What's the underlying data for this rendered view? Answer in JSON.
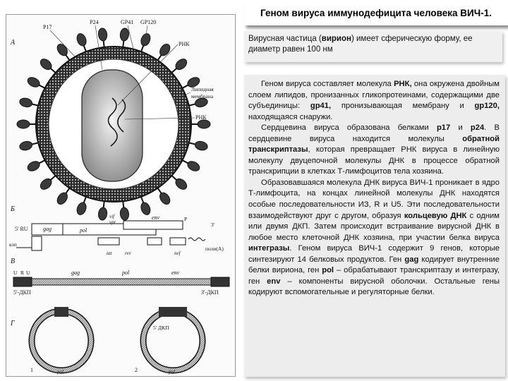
{
  "slide_title": "Геном вируса иммунодефицита человека ВИЧ-1.",
  "intro": {
    "before": "Вирусная частица (",
    "bold": "вирион",
    "after": ") имеет сферическую форму, ее диаметр равен 100 нм"
  },
  "paragraphs": [
    [
      {
        "t": "Геном вируса составляет молекула "
      },
      {
        "t": "РНК,",
        "b": true
      },
      {
        "t": " она окружена двойным слоем липидов, пронизанных гликопротеинами, содержащими две субъединицы: "
      },
      {
        "t": "gp41,",
        "b": true
      },
      {
        "t": " пронизывающая мембрану и "
      },
      {
        "t": "gp120,",
        "b": true
      },
      {
        "t": " находящаяся снаружи."
      }
    ],
    [
      {
        "t": "Сердцевина вируса образована белками "
      },
      {
        "t": "р17",
        "b": true
      },
      {
        "t": " и "
      },
      {
        "t": "р24",
        "b": true
      },
      {
        "t": ". В сердцевине вируса находится молекулы "
      },
      {
        "t": "обратной транскриптазы",
        "b": true
      },
      {
        "t": ", которая превращает РНК вируса в линейную молекулу двуцепочной молекулы ДНК в процессе обратной транскрипции в клетках Т-лимфоцитов тела хозяина."
      }
    ],
    [
      {
        "t": "Образовавшаяся молекула ДНК вируса ВИЧ-1 проникает в ядро Т-лимфоцита, на концах линейной молекулы ДНК находятся особые последовательности ИЗ, R и U5. Эти последовательности взаимодействуют друг с другом, образуя "
      },
      {
        "t": "кольцевую ДНК",
        "b": true
      },
      {
        "t": " с одним или двумя ДКП. Затем происходит встраивание вирусной ДНК в любое место клеточной ДНК хозяина, при участии белка вируса "
      },
      {
        "t": "интегразы",
        "b": true
      },
      {
        "t": ". Геном вируса ВИЧ-1 содержит 9 генов, которые синтезируют 14 белковых продуктов. Ген "
      },
      {
        "t": "gag",
        "b": true
      },
      {
        "t": " кодирует внутренние белки вириона, ген "
      },
      {
        "t": "pol",
        "b": true
      },
      {
        "t": " – обрабатывают транскриптазу и интегразу, ген "
      },
      {
        "t": "env",
        "b": true
      },
      {
        "t": " – компоненты вирусной оболочки. Остальные гены кодируют вспомогательные и регуляторные белки."
      }
    ]
  ],
  "figure": {
    "panel_a": "А",
    "panel_b": "Б",
    "panel_v": "В",
    "panel_g": "Г",
    "labels_top": [
      "P17",
      "P24",
      "GP41",
      "GP120"
    ],
    "rnk_top": "РНК",
    "lipid_membrane": [
      "Липидная",
      "мембрана"
    ],
    "rnk_side": "РНК",
    "genes_b": {
      "left_end": "5' RU",
      "gag": "gag",
      "pol": "pol",
      "env": "env",
      "vif": "vif",
      "vpr": "vpr",
      "tat": "tat",
      "rev": "rev",
      "nef": "nef",
      "ksp": "кэп",
      "poly_a": "поли(А)",
      "p_ux": "P",
      "three_prime": "3'"
    },
    "genes_v": {
      "gag": "gag",
      "pol": "pol",
      "env": "env",
      "left_ltr": "5'-ДКП",
      "right_ltr": "3'-ДКП",
      "u3": "U",
      "r": "R",
      "u5": "U"
    },
    "rings": {
      "ltr": "5' ДКП",
      "ring1": "1",
      "ring2": "2",
      "pol": "pol"
    }
  }
}
